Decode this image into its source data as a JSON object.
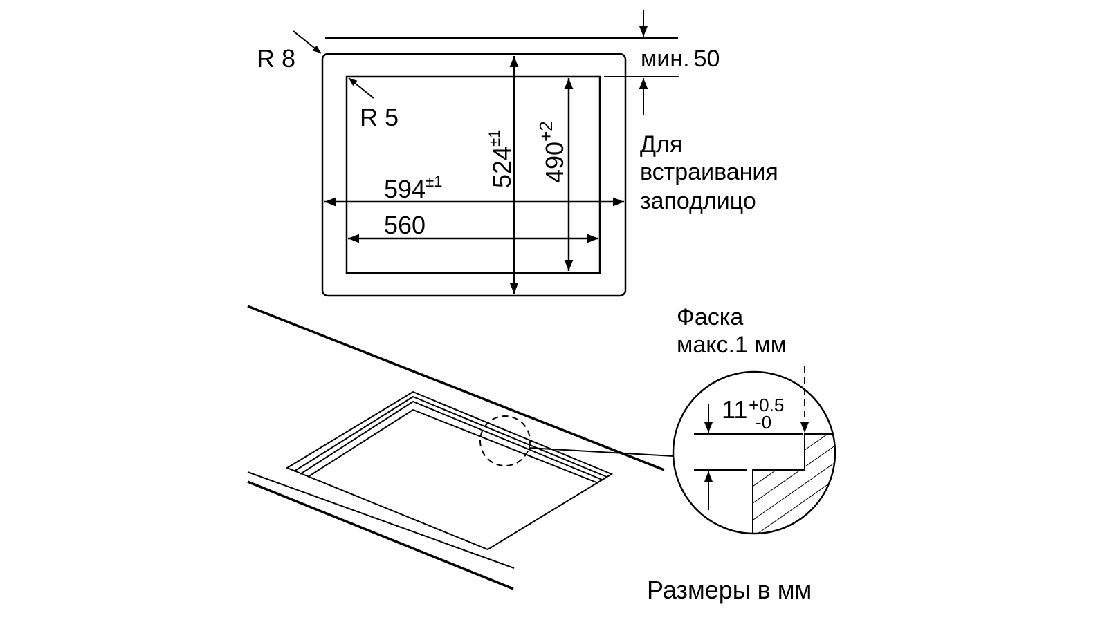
{
  "colors": {
    "line": "#000000",
    "background": "#ffffff"
  },
  "top_view": {
    "outer_radius": "R 8",
    "inner_radius": "R 5",
    "width_outer": {
      "value": "594",
      "tol": "±1"
    },
    "width_inner": {
      "value": "560"
    },
    "depth_outer": {
      "value": "524",
      "tol": "±1"
    },
    "depth_inner": {
      "value": "490",
      "tol": "+2"
    },
    "min_distance": {
      "prefix": "мин.",
      "value": "50"
    },
    "flush_note": [
      "Для",
      "встраивания",
      "заподлицо"
    ]
  },
  "detail": {
    "chamfer_note": [
      "Фаска",
      "макс.1 мм"
    ],
    "depth": {
      "value": "11",
      "tol_plus": "+0.5",
      "tol_minus": "-0"
    }
  },
  "units_note": "Размеры в мм"
}
